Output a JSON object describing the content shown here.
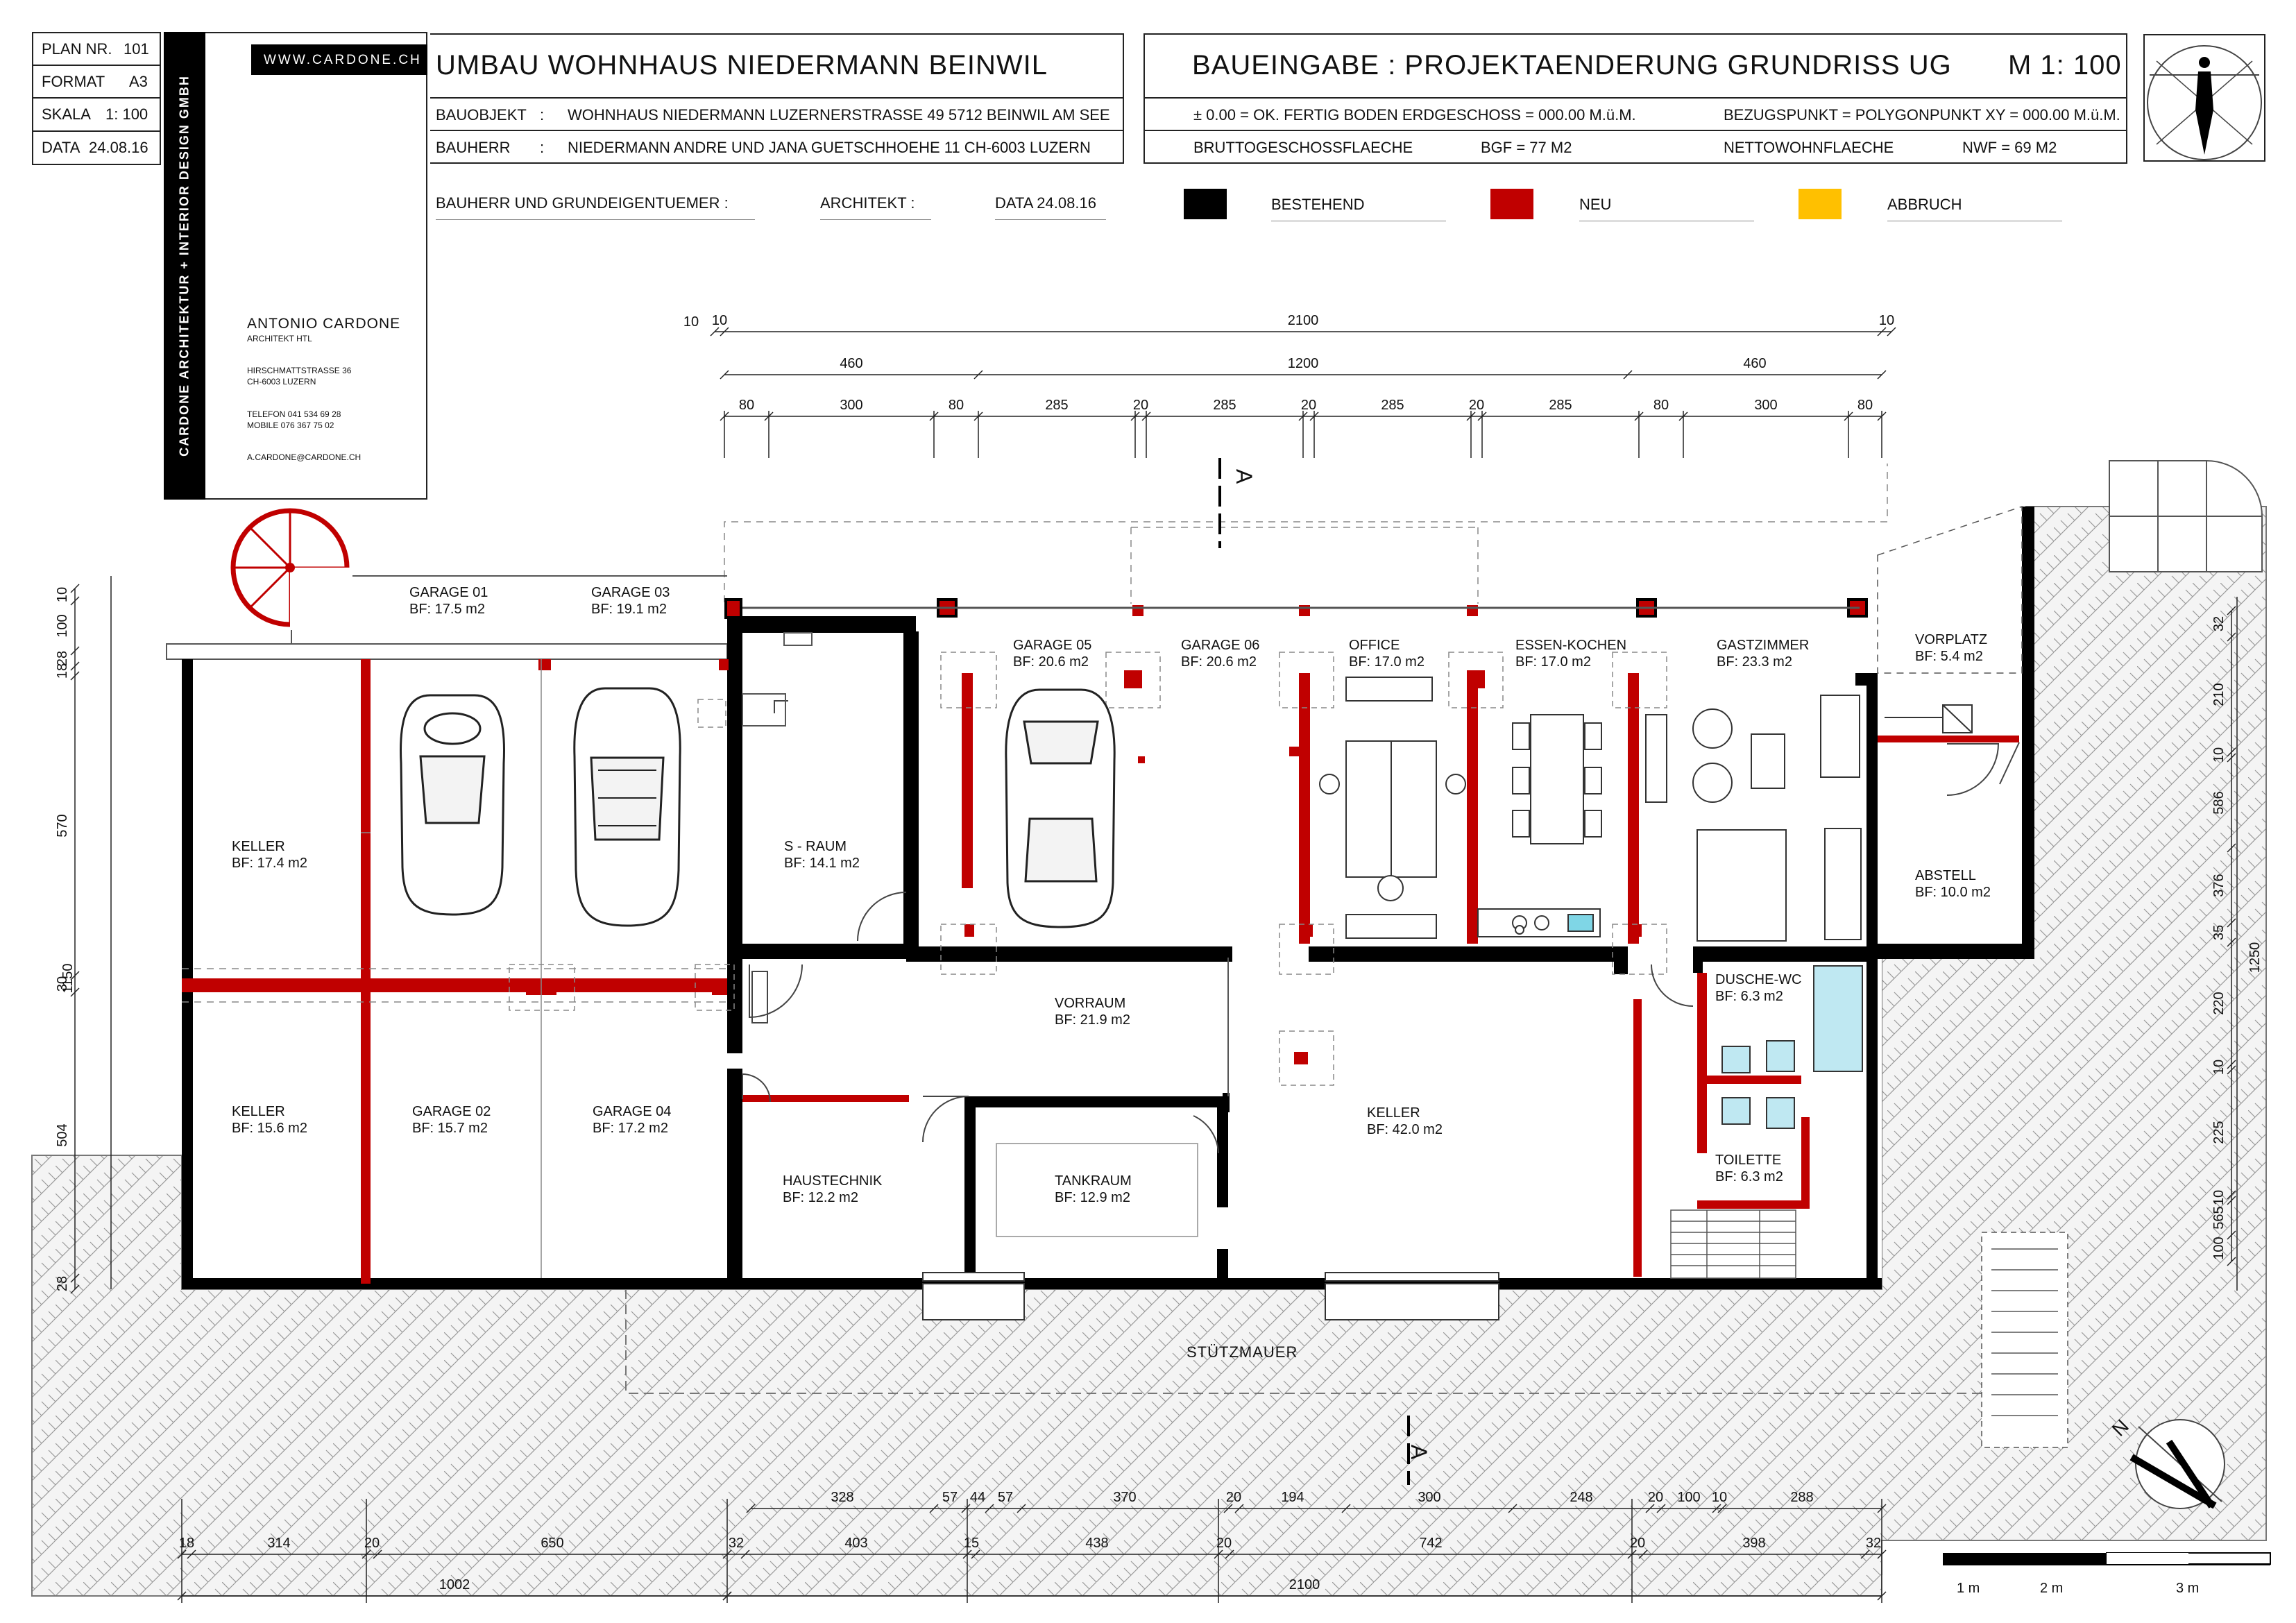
{
  "title_block": {
    "plan_nr_label": "PLAN NR.",
    "plan_nr": "101",
    "format_label": "FORMAT",
    "format": "A3",
    "skala_label": "SKALA",
    "skala": "1: 100",
    "data_label": "DATA",
    "data": "24.08.16",
    "brand_vertical": "CARDONE ARCHITEKTUR + INTERIOR DESIGN GMBH",
    "website": "WWW.CARDONE.CH",
    "architect_name": "ANTONIO CARDONE",
    "architect_title": "ARCHITEKT HTL",
    "address_line1": "HIRSCHMATTSTRASSE 36",
    "address_line2": "CH-6003 LUZERN",
    "telefon": "TELEFON 041 534 69 28",
    "mobile": "MOBILE    076 367 75 02",
    "email": "A.CARDONE@CARDONE.CH"
  },
  "project": {
    "title": "UMBAU  WOHNHAUS  NIEDERMANN    BEINWIL",
    "bauobjekt_label": "BAUOBJEKT",
    "bauobjekt": "WOHNHAUS  NIEDERMANN  LUZERNERSTRASSE 49   5712  BEINWIL  AM  SEE",
    "bauherr_label": "BAUHERR",
    "bauherr": "NIEDERMANN  ANDRE UND JANA   GUETSCHHOEHE  11      CH-6003  LUZERN",
    "signature_owner": "BAUHERR    UND    GRUNDEIGENTUEMER    :",
    "signature_architect": "ARCHITEKT      :",
    "signature_date": "DATA  24.08.16"
  },
  "plan": {
    "title": "BAUEINGABE : PROJEKTAENDERUNG  GRUNDRISS UG",
    "scale": "M 1: 100",
    "reference_height": "± 0.00  =  OK. FERTIG  BODEN   ERDGESCHOSS  =  000.00 M.ü.M.",
    "bezugspunkt": "BEZUGSPUNKT  =  POLYGONPUNKT  XY  =  000.00  M.ü.M.",
    "bgf_label": "BRUTTOGESCHOSSFLAECHE",
    "bgf": "BGF  =     77 M2",
    "nwf_label": "NETTOWOHNFLAECHE",
    "nwf": "NWF  =     69 M2"
  },
  "legend": [
    {
      "label": "BESTEHEND",
      "color": "#000000"
    },
    {
      "label": "NEU",
      "color": "#c00000"
    },
    {
      "label": "ABBRUCH",
      "color": "#ffc000"
    }
  ],
  "colors": {
    "existing": "#000000",
    "new": "#c00000",
    "demolition": "#ffc000",
    "line": "#222222"
  },
  "rooms": [
    {
      "name": "GARAGE 01",
      "area": "BF: 17.5 m2"
    },
    {
      "name": "GARAGE 03",
      "area": "BF: 19.1 m2"
    },
    {
      "name": "GARAGE 05",
      "area": "BF: 20.6 m2"
    },
    {
      "name": "GARAGE 06",
      "area": "BF: 20.6 m2"
    },
    {
      "name": "OFFICE",
      "area": "BF: 17.0 m2"
    },
    {
      "name": "ESSEN-KOCHEN",
      "area": "BF: 17.0 m2"
    },
    {
      "name": "GASTZIMMER",
      "area": "BF: 23.3 m2"
    },
    {
      "name": "VORPLATZ",
      "area": "BF:  5.4 m2"
    },
    {
      "name": "KELLER",
      "area": "BF: 17.4 m2"
    },
    {
      "name": "S - RAUM",
      "area": "BF: 14.1 m2"
    },
    {
      "name": "ABSTELL",
      "area": "BF: 10.0 m2"
    },
    {
      "name": "VORRAUM",
      "area": "BF: 21.9 m2"
    },
    {
      "name": "DUSCHE-WC",
      "area": "BF:  6.3 m2"
    },
    {
      "name": "KELLER",
      "area": "BF: 15.6 m2"
    },
    {
      "name": "GARAGE 02",
      "area": "BF: 15.7 m2"
    },
    {
      "name": "GARAGE 04",
      "area": "BF: 17.2 m2"
    },
    {
      "name": "KELLER",
      "area": "BF: 42.0 m2"
    },
    {
      "name": "HAUSTECHNIK",
      "area": "BF: 12.2 m2"
    },
    {
      "name": "TANKRAUM",
      "area": "BF: 12.9 m2"
    },
    {
      "name": "TOILETTE",
      "area": "BF:  6.3 m2"
    }
  ],
  "annotations": {
    "retaining_wall": "STÜTZMAUER",
    "section_marker": "A",
    "north": "N"
  },
  "dimensions": {
    "top_total": [
      "10",
      "2100",
      "10"
    ],
    "top_mid": [
      "460",
      "1200",
      "460"
    ],
    "top_detail": [
      "80",
      "300",
      "80",
      "285",
      "20",
      "285",
      "20",
      "285",
      "20",
      "285",
      "80",
      "300",
      "80"
    ],
    "left": [
      "10",
      "100",
      "28",
      "18",
      "570",
      "30",
      "504",
      "28",
      "1150"
    ],
    "right": [
      "32",
      "210",
      "10",
      "586",
      "376",
      "35",
      "220",
      "10",
      "225",
      "10",
      "565",
      "100",
      "32",
      "1250"
    ],
    "bottom_upper": [
      "328",
      "57",
      "44",
      "57",
      "370",
      "20",
      "194",
      "300",
      "248",
      "20",
      "100",
      "10",
      "288"
    ],
    "bottom_lower": [
      "18",
      "314",
      "20",
      "650",
      "32",
      "403",
      "15",
      "438",
      "20",
      "742",
      "20",
      "398",
      "32"
    ],
    "bottom_total": [
      "1002",
      "2100"
    ]
  },
  "scale_bar": [
    "1 m",
    "2 m",
    "3 m"
  ]
}
